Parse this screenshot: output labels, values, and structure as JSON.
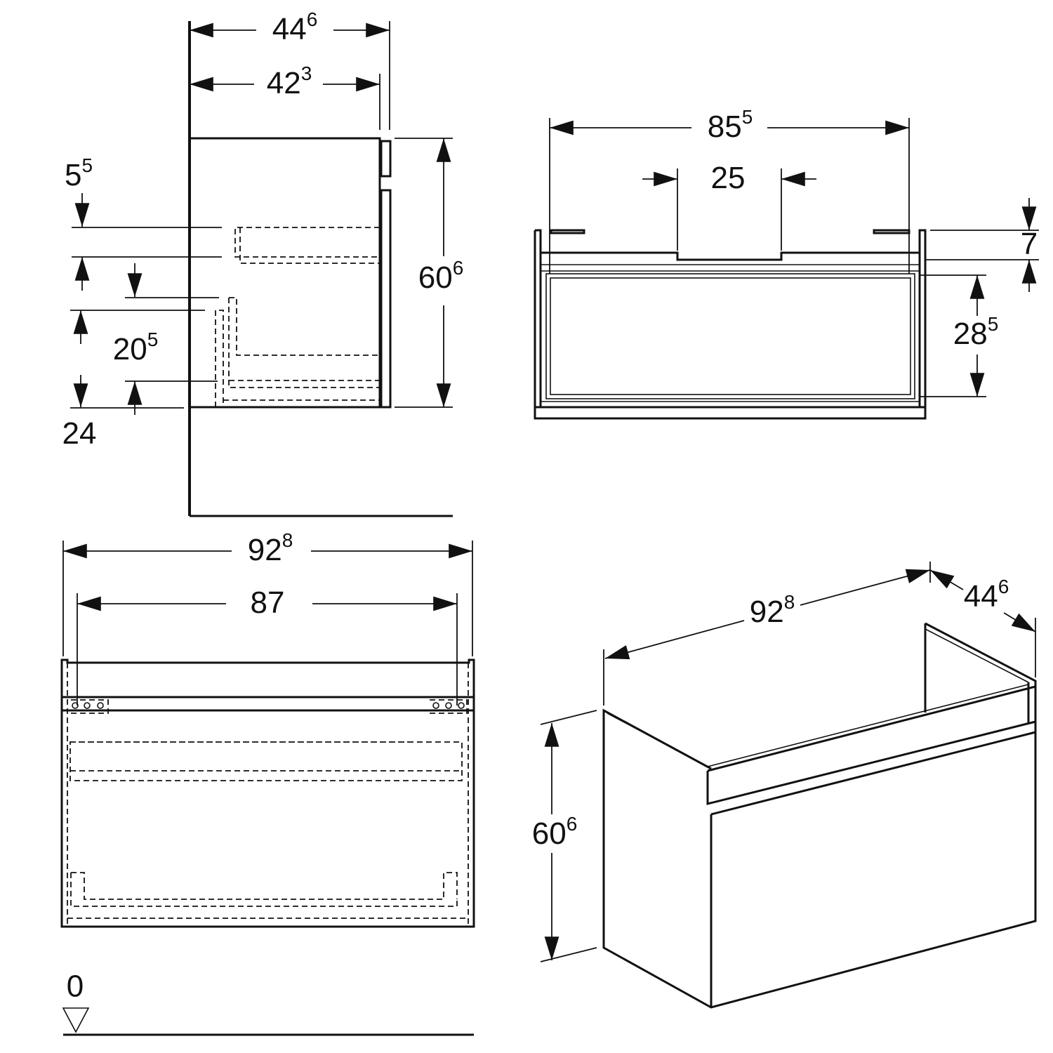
{
  "drawing": {
    "side_view": {
      "overall_depth": {
        "main": "44",
        "sup": "6"
      },
      "body_depth": {
        "main": "42",
        "sup": "3"
      },
      "height": {
        "main": "60",
        "sup": "6"
      },
      "top_offset": {
        "main": "5",
        "sup": "5"
      },
      "drawer_height": {
        "main": "20",
        "sup": "5"
      },
      "bottom_offset": {
        "main": "24",
        "sup": ""
      }
    },
    "top_view": {
      "inner_width": {
        "main": "85",
        "sup": "5"
      },
      "cutout_width": {
        "main": "25",
        "sup": ""
      },
      "rim": {
        "main": "7",
        "sup": ""
      },
      "inner_depth": {
        "main": "28",
        "sup": "5"
      }
    },
    "front_view": {
      "overall_width": {
        "main": "92",
        "sup": "8"
      },
      "mount_spacing": {
        "main": "87",
        "sup": ""
      },
      "floor_level": "0"
    },
    "iso_view": {
      "width": {
        "main": "92",
        "sup": "8"
      },
      "depth": {
        "main": "44",
        "sup": "6"
      },
      "height": {
        "main": "60",
        "sup": "6"
      }
    }
  }
}
